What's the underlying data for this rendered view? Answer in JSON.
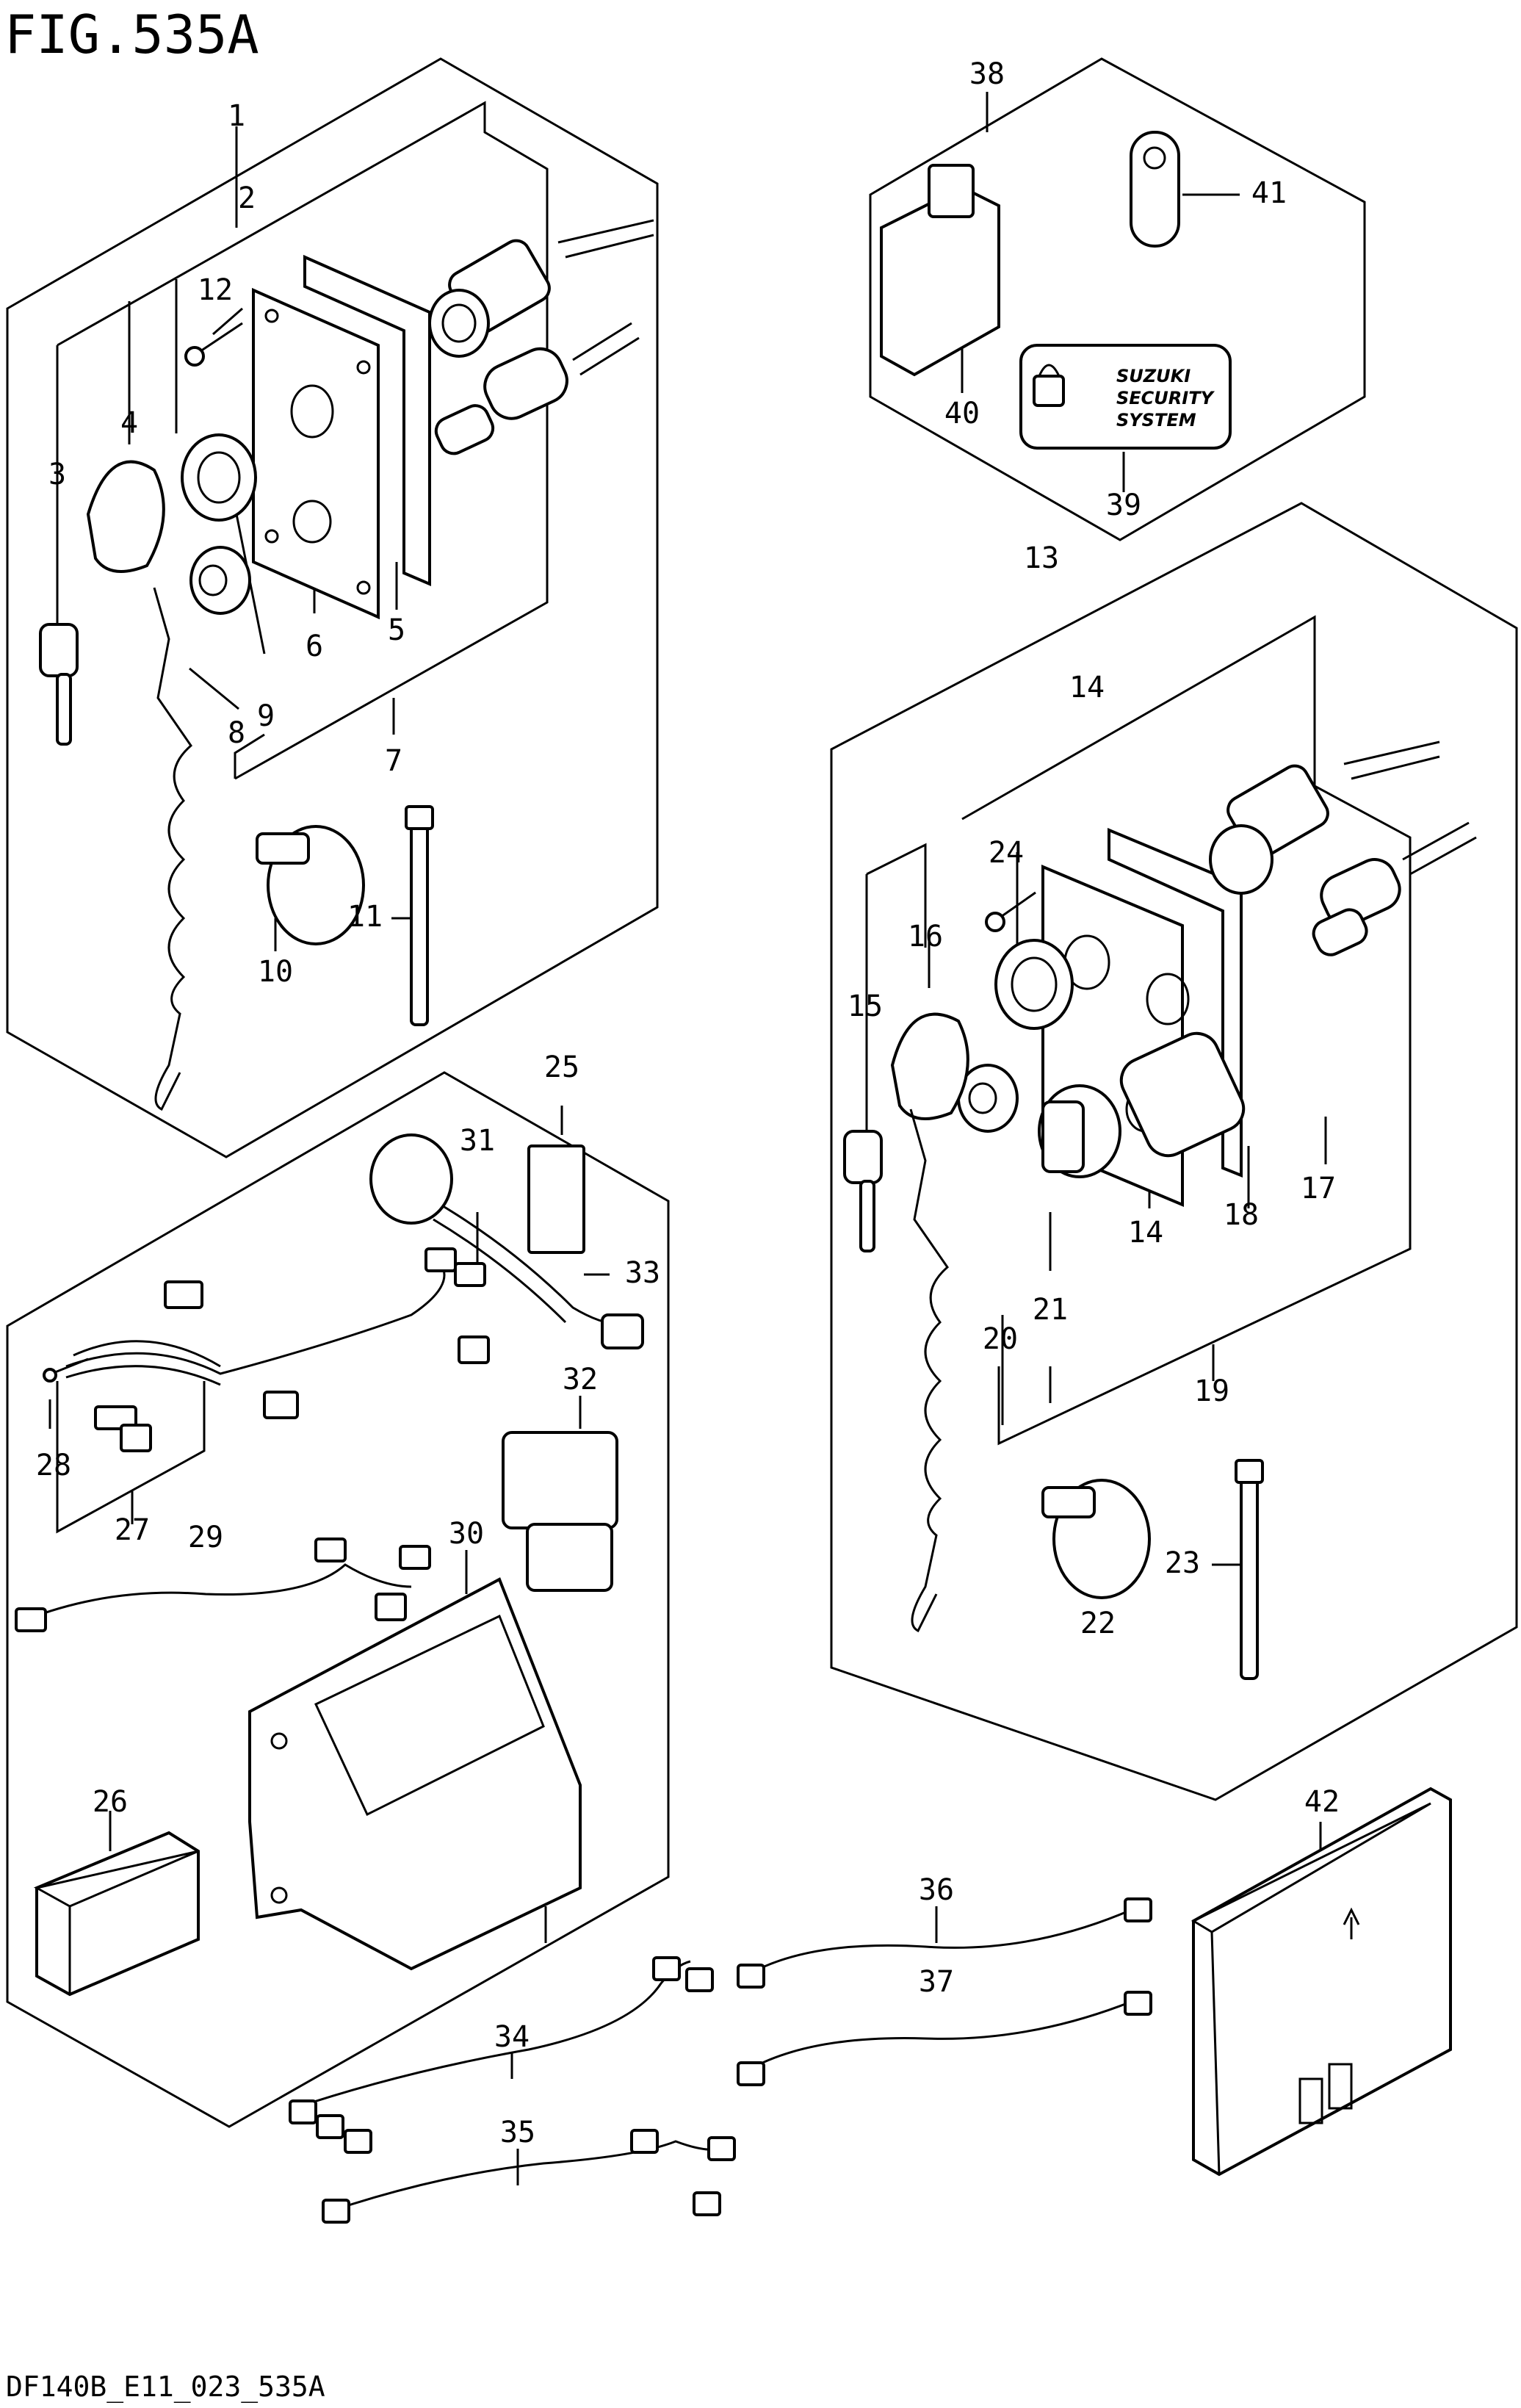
{
  "figure_title": "FIG.535A",
  "footer_code": "DF140B_E11_023_535A",
  "security_label": [
    "SUZUKI",
    "SECURITY",
    "SYSTEM"
  ],
  "callouts": [
    "1",
    "2",
    "3",
    "4",
    "5",
    "6",
    "7",
    "8",
    "9",
    "10",
    "11",
    "12",
    "13",
    "14",
    "14",
    "15",
    "16",
    "17",
    "18",
    "19",
    "20",
    "21",
    "22",
    "23",
    "24",
    "25",
    "26",
    "27",
    "28",
    "29",
    "30",
    "31",
    "32",
    "33",
    "34",
    "35",
    "36",
    "37",
    "38",
    "39",
    "40",
    "41",
    "42"
  ],
  "colors": {
    "line": "#000000",
    "background": "#ffffff"
  }
}
